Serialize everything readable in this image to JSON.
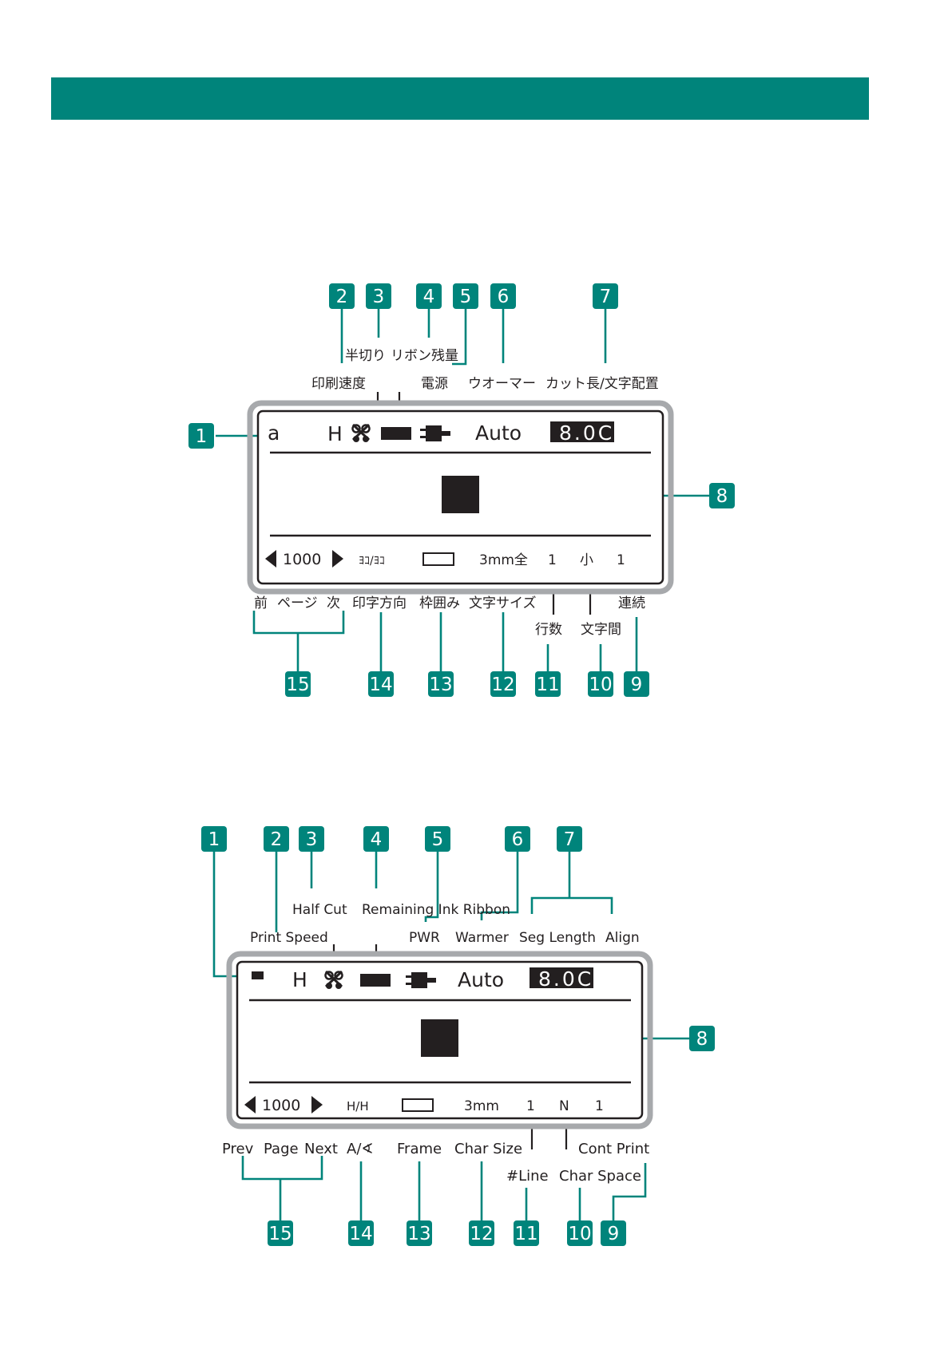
{
  "theme": {
    "accent": "#00847b",
    "ink": "#231f20",
    "frame": "#a7a9ac"
  },
  "jp": {
    "captions": {
      "print_speed": "印刷速度",
      "half_cut": "半切り",
      "ribbon": "リボン残量",
      "power": "電源",
      "warmer": "ウオーマー",
      "cut_len": "カット長/文字配置",
      "prev": "前",
      "page": "ページ",
      "next": "次",
      "direction": "印字方向",
      "frame": "枠囲み",
      "char_size": "文字サイズ",
      "lines": "行数",
      "char_space": "文字間",
      "cont": "連続"
    },
    "screen": {
      "font_mark": "a",
      "speed": "H",
      "cut_icon": "scissors-icon",
      "ribbon_icon": "ribbon-bar-icon",
      "power_icon": "plug-icon",
      "warmer": "Auto",
      "length": "8.0C",
      "page": "1000",
      "direction": "ﾖｺ/ﾖｺ",
      "frame_icon": "frame-rect-icon",
      "size": "3mm全",
      "lines": "1",
      "spacing": "小",
      "cont": "1"
    }
  },
  "en": {
    "captions": {
      "print_speed": "Print Speed",
      "half_cut": "Half Cut",
      "ribbon": "Remaining Ink Ribbon",
      "power": "PWR",
      "warmer": "Warmer",
      "seg_length": "Seg Length",
      "align": "Align",
      "prev": "Prev",
      "page": "Page",
      "next": "Next",
      "direction": "A/∢",
      "frame": "Frame",
      "char_size": "Char Size",
      "lines": "#Line",
      "char_space": "Char Space",
      "cont": "Cont Print"
    },
    "screen": {
      "font_mark_icon": "font-block-icon",
      "speed": "H",
      "cut_icon": "scissors-icon",
      "ribbon_icon": "ribbon-bar-icon",
      "power_icon": "plug-icon",
      "warmer": "Auto",
      "length": "8.0C",
      "page": "1000",
      "direction": "H/H",
      "frame_icon": "frame-rect-icon",
      "size": "3mm",
      "lines": "1",
      "spacing": "N",
      "cont": "1"
    }
  },
  "badges": [
    "1",
    "2",
    "3",
    "4",
    "5",
    "6",
    "7",
    "8",
    "9",
    "10",
    "11",
    "12",
    "13",
    "14",
    "15"
  ]
}
